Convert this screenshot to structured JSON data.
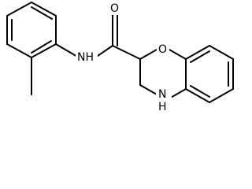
{
  "labels": {
    "amide_oxygen": "O",
    "amide_nitrogen": "NH",
    "ring_oxygen": "O",
    "ring_nitrogen": "H",
    "ring_nitrogen_atom": "N"
  },
  "colors": {
    "bond": "#000000",
    "background": "#ffffff"
  }
}
